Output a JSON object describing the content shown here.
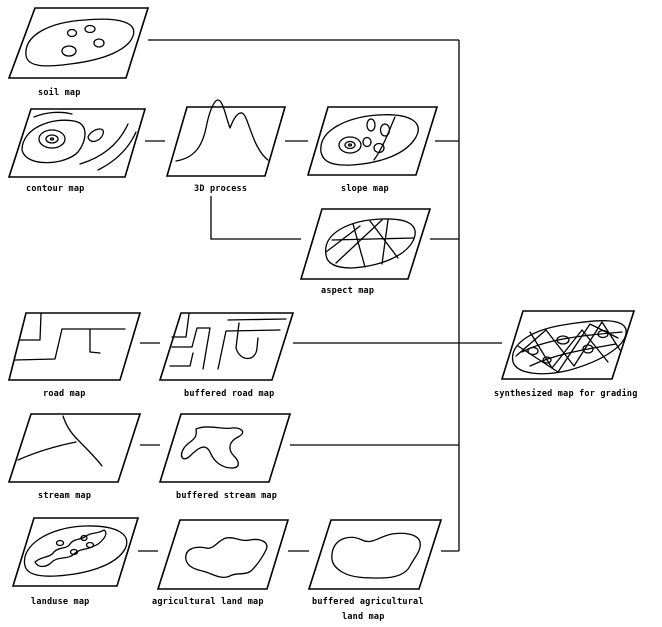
{
  "labels": {
    "soil": "soil map",
    "contour": "contour map",
    "process3d": "3D process",
    "slope": "slope map",
    "aspect": "aspect map",
    "road": "road map",
    "buffered_road": "buffered road map",
    "synthesized": "synthesized map for grading",
    "stream": "stream map",
    "buffered_stream": "buffered stream map",
    "landuse": "landuse map",
    "agricultural": "agricultural land map",
    "buffered_agricultural_line1": "buffered agricultural",
    "buffered_agricultural_line2": "land map"
  },
  "colors": {
    "ink": "#000000",
    "paper": "#ffffff"
  }
}
